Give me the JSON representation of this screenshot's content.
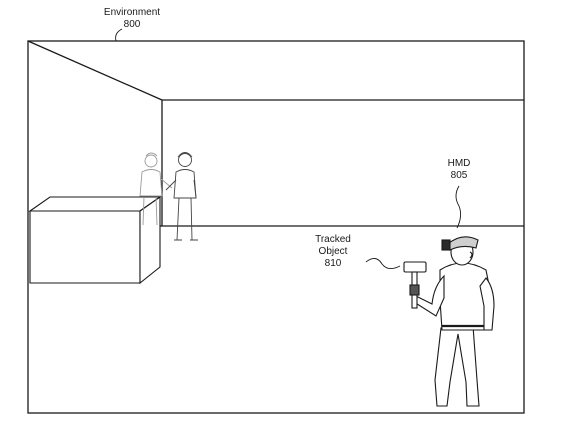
{
  "figure": {
    "environment": {
      "name": "Environment",
      "number": "800"
    },
    "hmd": {
      "name": "HMD",
      "number": "805"
    },
    "tracked_object": {
      "line1": "Tracked",
      "line2": "Object",
      "number": "810"
    }
  },
  "colors": {
    "ink": "#1a1a1a",
    "paper": "#ffffff",
    "shade": "#cfcfcf"
  }
}
